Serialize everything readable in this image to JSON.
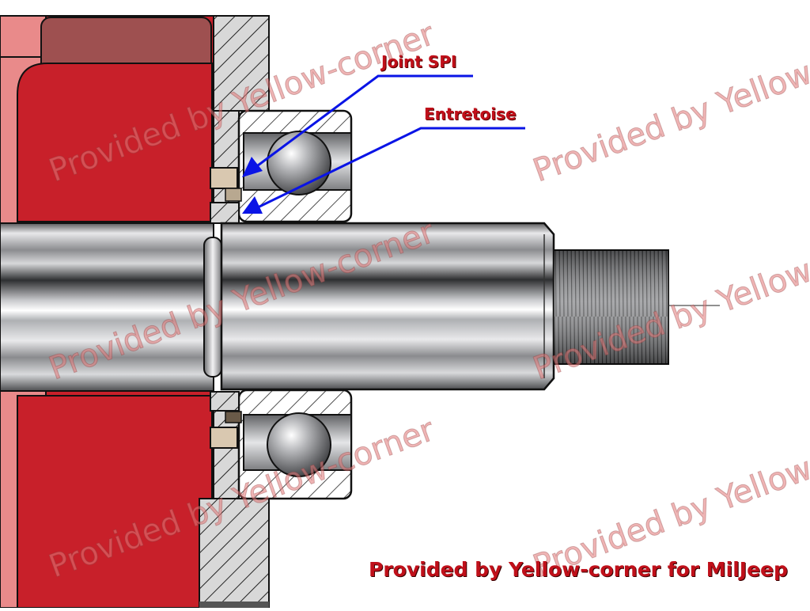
{
  "labels": {
    "joint_spi": "Joint SPI",
    "entretoise": "Entretoise"
  },
  "watermark_text": "Provided by Yellow-corner",
  "footer_credit": "Provided by Yellow-corner for MilJeep",
  "colors": {
    "housing_red": "#c8202a",
    "housing_dark": "#9e5050",
    "housing_light": "#e98a8a",
    "steel": "#b9babc",
    "callout_blue": "#0a14e6",
    "text_red": "#c0101a"
  }
}
